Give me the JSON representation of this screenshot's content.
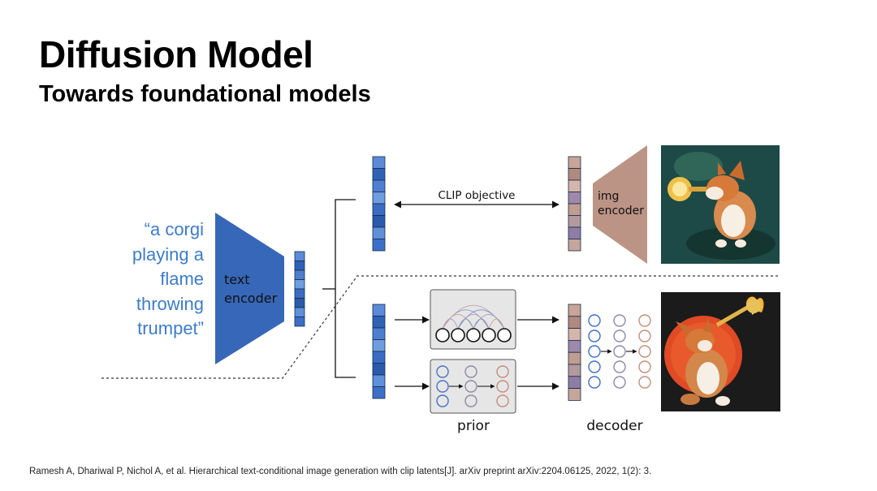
{
  "slide": {
    "title": "Diffusion Model",
    "subtitle": "Towards foundational models"
  },
  "diagram": {
    "prompt_lines": [
      "“a corgi",
      "playing a",
      "flame",
      "throwing",
      "trumpet”"
    ],
    "text_encoder_lines": [
      "text",
      "encoder"
    ],
    "img_encoder_lines": [
      "img",
      "encoder"
    ],
    "clip_objective": "CLIP objective",
    "prior_label": "prior",
    "decoder_label": "decoder",
    "colors": {
      "encoder_blue": "#3767b8",
      "img_encoder_brown": "#bb9485",
      "quote_blue": "#3d7cc9"
    }
  },
  "citation": "Ramesh A, Dhariwal P, Nichol A, et al. Hierarchical text-conditional image generation with clip latents[J]. arXiv preprint arXiv:2204.06125, 2022, 1(2): 3."
}
